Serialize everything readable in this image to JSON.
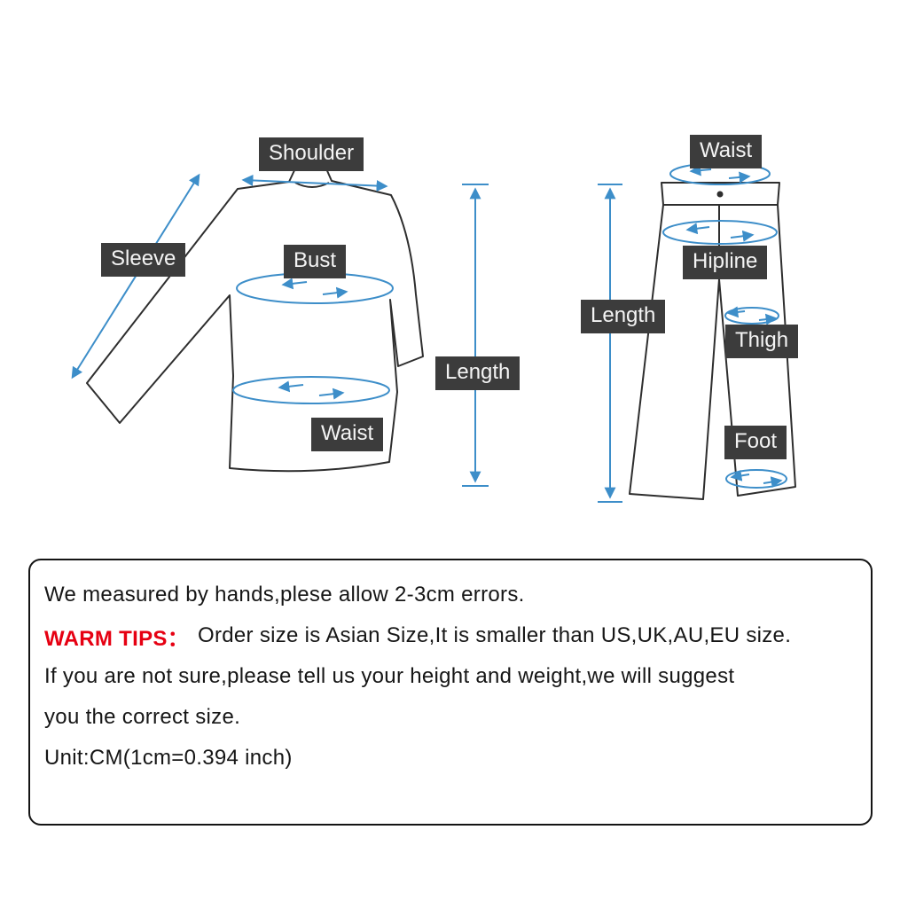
{
  "colors": {
    "label_bg": "#3c3c3c",
    "label_text": "#f4f4f4",
    "measure_blue": "#3d8ec9",
    "garment_outline": "#2e2e2e",
    "warm_tips_red": "#e60012",
    "note_text": "#161616"
  },
  "shirt_diagram": {
    "labels": {
      "shoulder": "Shoulder",
      "sleeve": "Sleeve",
      "bust": "Bust",
      "length": "Length",
      "waist": "Waist"
    }
  },
  "pants_diagram": {
    "labels": {
      "waist": "Waist",
      "hipline": "Hipline",
      "length": "Length",
      "thigh": "Thigh",
      "foot": "Foot"
    }
  },
  "notes": {
    "line1": "We measured by hands,plese allow 2-3cm errors.",
    "warm_tips_label": "WARM TIPS：",
    "warm_tips_text": "Order size is Asian Size,It is smaller than US,UK,AU,EU size.",
    "line3": "If you are not sure,please tell us your height and weight,we will suggest",
    "line4": "you the correct size.",
    "unit_line": "Unit:CM(1cm=0.394 inch)"
  }
}
